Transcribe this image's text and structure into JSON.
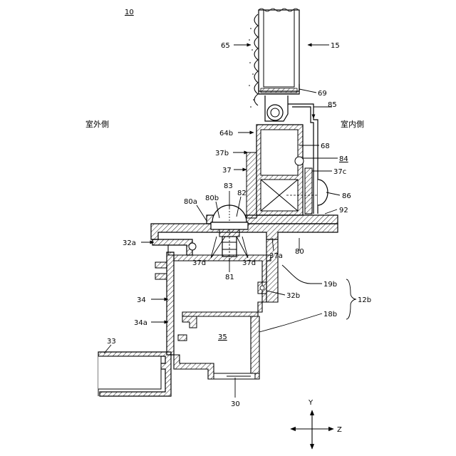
{
  "labels": {
    "fig_ref": "10",
    "outdoor": "室外側",
    "indoor": "室内側",
    "n65": "65",
    "n15": "15",
    "n69": "69",
    "n85": "85",
    "n64b": "64b",
    "n68": "68",
    "n37b": "37b",
    "n84": "84",
    "n37": "37",
    "n37c": "37c",
    "n83": "83",
    "n86": "86",
    "n82": "82",
    "n80b": "80b",
    "n80a": "80a",
    "n92": "92",
    "n32a": "32a",
    "n37d_left": "37d",
    "n37d_right": "37d",
    "n37a": "37a",
    "n80": "80",
    "n81": "81",
    "n19b": "19b",
    "n32b": "32b",
    "n12b": "12b",
    "n34": "34",
    "n18b": "18b",
    "n34a": "34a",
    "n35": "35",
    "n33": "33",
    "n30": "30"
  },
  "axes": {
    "y": "Y",
    "z": "Z"
  }
}
